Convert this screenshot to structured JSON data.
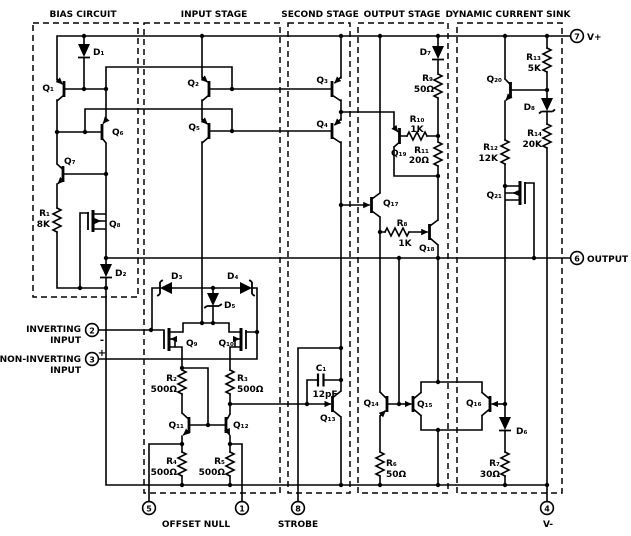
{
  "sections": {
    "bias": "BIAS CIRCUIT",
    "input": "INPUT STAGE",
    "second": "SECOND STAGE",
    "output": "OUTPUT STAGE",
    "dynamic": "DYNAMIC CURRENT SINK"
  },
  "transistors": {
    "q1": "Q₁",
    "q2": "Q₂",
    "q3": "Q₃",
    "q4": "Q₄",
    "q5": "Q₅",
    "q6": "Q₆",
    "q7": "Q₇",
    "q8": "Q₈",
    "q9": "Q₉",
    "q10": "Q₁₀",
    "q11": "Q₁₁",
    "q12": "Q₁₂",
    "q13": "Q₁₃",
    "q14": "Q₁₄",
    "q15": "Q₁₅",
    "q16": "Q₁₆",
    "q17": "Q₁₇",
    "q18": "Q₁₈",
    "q19": "Q₁₉",
    "q20": "Q₂₀",
    "q21": "Q₂₁"
  },
  "resistors": {
    "r1": {
      "name": "R₁",
      "value": "8K"
    },
    "r2": {
      "name": "R₂",
      "value": "500Ω"
    },
    "r3": {
      "name": "R₃",
      "value": "500Ω"
    },
    "r4": {
      "name": "R₄",
      "value": "500Ω"
    },
    "r5": {
      "name": "R₅",
      "value": "500Ω"
    },
    "r6": {
      "name": "R₆",
      "value": "50Ω"
    },
    "r7": {
      "name": "R₇",
      "value": "30Ω"
    },
    "r8": {
      "name": "R₈",
      "value": "1K"
    },
    "r9": {
      "name": "R₉",
      "value": "50Ω"
    },
    "r10": {
      "name": "R₁₀",
      "value": "1K"
    },
    "r11": {
      "name": "R₁₁",
      "value": "20Ω"
    },
    "r12": {
      "name": "R₁₂",
      "value": "12K"
    },
    "r13": {
      "name": "R₁₃",
      "value": "5K"
    },
    "r14": {
      "name": "R₁₄",
      "value": "20K"
    }
  },
  "diodes": {
    "d1": "D₁",
    "d2": "D₂",
    "d3": "D₃",
    "d4": "D₄",
    "d5": "D₅",
    "d6": "D₆",
    "d7": "D₇",
    "d8": "D₈"
  },
  "capacitors": {
    "c1": {
      "name": "C₁",
      "value": "12pF"
    }
  },
  "terminals": {
    "v_plus": {
      "pin": "7",
      "label": "V+"
    },
    "output": {
      "pin": "6",
      "label": "OUTPUT"
    },
    "v_minus": {
      "pin": "4",
      "label": "V-"
    },
    "strobe": {
      "pin": "8",
      "label": "STROBE"
    },
    "offset_null": {
      "pin_left": "5",
      "pin_right": "1",
      "label": "OFFSET NULL"
    },
    "inverting_input": {
      "pin": "2",
      "label_line1": "INVERTING",
      "label_line2": "INPUT",
      "sign": "-"
    },
    "non_inverting_input": {
      "pin": "3",
      "label_line1": "NON-INVERTING",
      "label_line2": "INPUT",
      "sign": "+"
    }
  }
}
